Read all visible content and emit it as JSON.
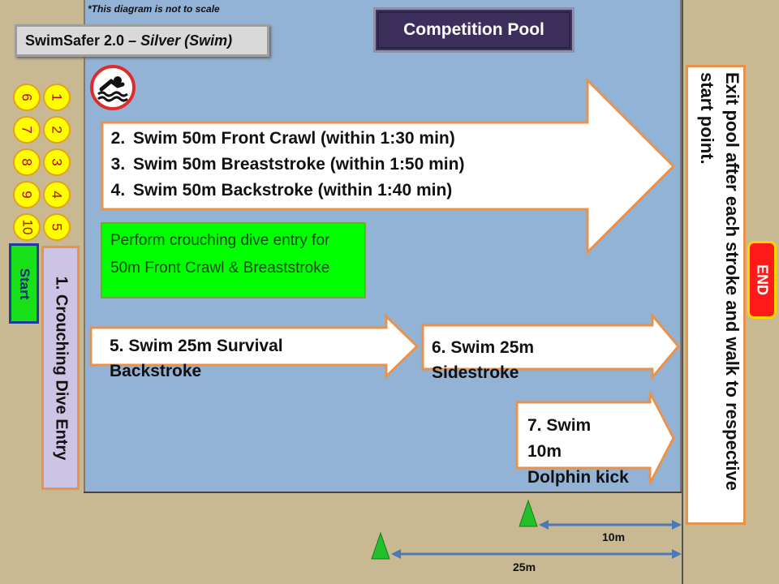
{
  "note": "*This diagram is not to scale",
  "header": {
    "title_main": "SwimSafer 2.0 – ",
    "title_level": "Silver (Swim)",
    "pool_label": "Competition Pool"
  },
  "icons": {
    "swimmer": "swimmer-icon"
  },
  "lane_numbers_left": [
    "6",
    "7",
    "8",
    "9",
    "10"
  ],
  "lane_numbers_right": [
    "1",
    "2",
    "3",
    "4",
    "5"
  ],
  "start_label": "Start",
  "dive_entry_label": "1. Crouching Dive Entry",
  "main_arrow_items": [
    "Swim 50m Front Crawl (within 1:30 min)",
    "Swim 50m Breaststroke (within 1:50 min)",
    "Swim 50m Backstroke (within 1:40 min)"
  ],
  "dive_instruction": "Perform crouching dive entry for 50m Front Crawl & Breaststroke",
  "step5": {
    "line1": "5. Swim 25m Survival",
    "line2": "Backstroke"
  },
  "step6": {
    "line1": "6. Swim 25m",
    "line2": "Sidestroke"
  },
  "step7": {
    "line1": "7. Swim",
    "line2": "10m",
    "line3": "Dolphin kick"
  },
  "exit_instruction": "Exit pool after each stroke and walk to respective start point.",
  "end_label": "END",
  "distances": {
    "short": "10m",
    "long": "25m"
  },
  "colors": {
    "pool": "#93b3d6",
    "deck": "#c8b993",
    "arrow_border": "#e9924b",
    "green_box": "#00ff00",
    "end": "#ff1a1a",
    "marker": "#22c02a",
    "distance_arrow": "#4a7ab8"
  }
}
